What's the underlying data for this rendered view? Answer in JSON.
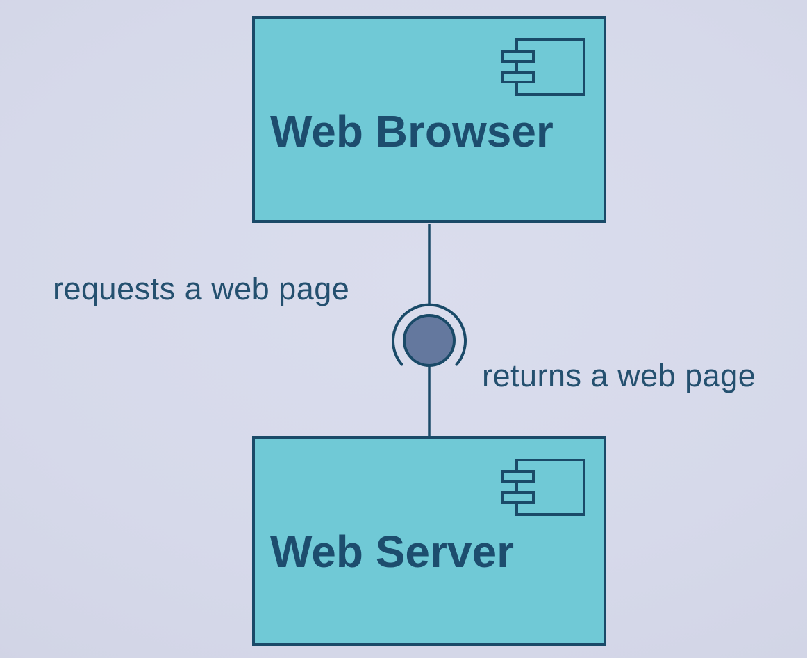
{
  "diagram": {
    "type": "uml-component-diagram",
    "colors": {
      "background": "#d6d9ea",
      "node_fill": "#70c9d6",
      "stroke": "#1a4a68",
      "text": "#1d4d6e",
      "ball_fill": "#64789e"
    },
    "nodes": [
      {
        "id": "web-browser",
        "label": "Web Browser",
        "shape": "uml-component"
      },
      {
        "id": "web-server",
        "label": "Web Server",
        "shape": "uml-component"
      }
    ],
    "edge": {
      "from": "web-browser",
      "to": "web-server",
      "connector": "ball-and-socket-interface",
      "labels": [
        {
          "text": "requests a web page",
          "side": "left-above-connector"
        },
        {
          "text": "returns a web page",
          "side": "right-below-connector"
        }
      ]
    }
  }
}
